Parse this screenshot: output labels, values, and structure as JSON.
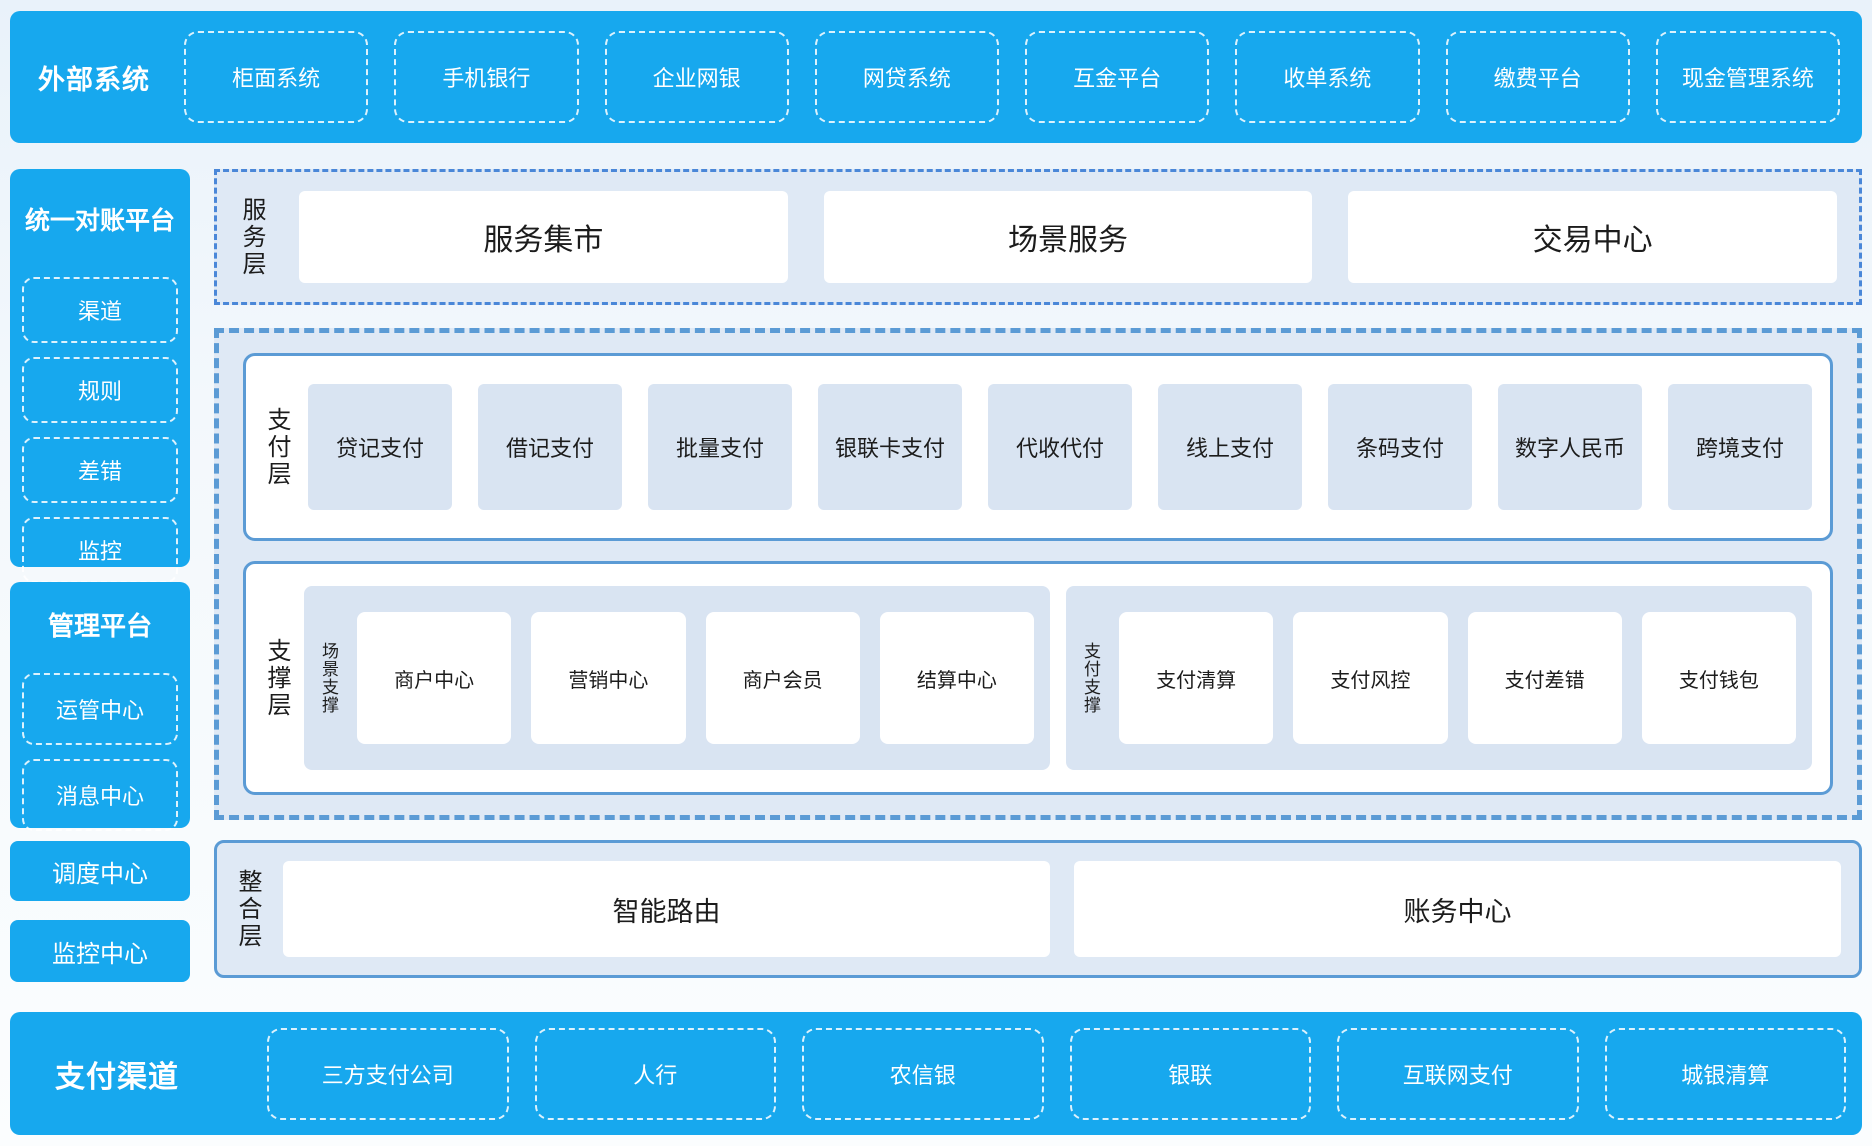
{
  "colors": {
    "brand_blue": "#17a8ee",
    "panel_background": "#dfe9f5",
    "item_background": "#d9e4f2",
    "border_blue": "#5b9bd5",
    "text_dark": "#1c1c1c"
  },
  "external_systems": {
    "title": "外部系统",
    "items": [
      "柜面系统",
      "手机银行",
      "企业网银",
      "网贷系统",
      "互金平台",
      "收单系统",
      "缴费平台",
      "现金管理系统"
    ]
  },
  "sidebar": {
    "reconciliation": {
      "title": "统一对账平台",
      "items": [
        "渠道",
        "规则",
        "差错",
        "监控"
      ]
    },
    "management": {
      "title": "管理平台",
      "items": [
        "运管中心",
        "消息中心"
      ]
    },
    "dispatch_center": "调度中心",
    "monitor_center": "监控中心"
  },
  "service_layer": {
    "label": "服务层",
    "items": [
      "服务集市",
      "场景服务",
      "交易中心"
    ]
  },
  "payment_layer": {
    "label": "支付层",
    "items": [
      "贷记支付",
      "借记支付",
      "批量支付",
      "银联卡支付",
      "代收代付",
      "线上支付",
      "条码支付",
      "数字人民币",
      "跨境支付"
    ]
  },
  "support_layer": {
    "label": "支撑层",
    "groups": [
      {
        "label": "场景支撑",
        "items": [
          "商户中心",
          "营销中心",
          "商户会员",
          "结算中心"
        ]
      },
      {
        "label": "支付支撑",
        "items": [
          "支付清算",
          "支付风控",
          "支付差错",
          "支付钱包"
        ]
      }
    ]
  },
  "integration_layer": {
    "label": "整合层",
    "items": [
      "智能路由",
      "账务中心"
    ]
  },
  "payment_channels": {
    "title": "支付渠道",
    "items": [
      "三方支付公司",
      "人行",
      "农信银",
      "银联",
      "互联网支付",
      "城银清算"
    ]
  }
}
